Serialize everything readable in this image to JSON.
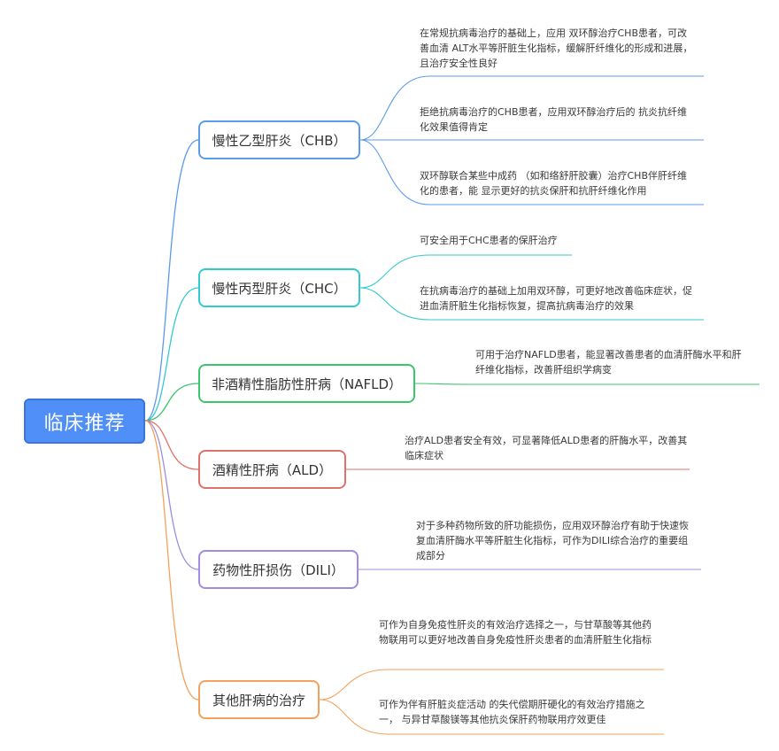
{
  "root": {
    "label": "临床推荐",
    "color": "#4f8ff7"
  },
  "branches": [
    {
      "label": "慢性乙型肝炎（CHB）",
      "color": "#5b9bea",
      "leaves": [
        "在常规抗病毒治疗的基础上，应用 双环醇治疗CHB患者，可改善血清 ALT水平等肝脏生化指标，缓解肝纤维化的形成和进展，且治疗安全性良好",
        "拒绝抗病毒治疗的CHB患者，应用双环醇治疗后的 抗炎抗纤维化效果值得肯定",
        "双环醇联合某些中成药 （如和络舒肝胶囊）治疗CHB伴肝纤维化的患者，能 显示更好的抗炎保肝和抗肝纤维化作用"
      ]
    },
    {
      "label": "慢性丙型肝炎（CHC）",
      "color": "#33c9d0",
      "leaves": [
        "可安全用于CHC患者的保肝治疗",
        "在抗病毒治疗的基础上加用双环醇，可更好地改善临床症状，促进血清肝脏生化指标恢复，提高抗病毒治疗的效果"
      ]
    },
    {
      "label": "非酒精性脂肪性肝病（NAFLD）",
      "color": "#3ec46d",
      "leaves": [
        "可用于治疗NAFLD患者，能显著改善患者的血清肝酶水平和肝纤维化指标，改善肝组织学病变"
      ]
    },
    {
      "label": "酒精性肝病（ALD）",
      "color": "#e0706a",
      "leaves": [
        "治疗ALD患者安全有效，可显著降低ALD患者的肝酶水平，改善其临床症状"
      ]
    },
    {
      "label": "药物性肝损伤（DILI）",
      "color": "#a08ce0",
      "leaves": [
        "对于多种药物所致的肝功能损伤，应用双环醇治疗有助于快速恢复血清肝酶水平等肝脏生化指标，可作为DILI综合治疗的重要组成部分"
      ]
    },
    {
      "label": "其他肝病的治疗",
      "color": "#f2a25c",
      "leaves": [
        "可作为自身免疫性肝炎的有效治疗选择之一，与甘草酸等其他药物联用可以更好地改善自身免疫性肝炎患者的血清肝脏生化指标",
        "可作为伴有肝脏炎症活动 的失代偿期肝硬化的有效治疗措施之一， 与异甘草酸镁等其他抗炎保肝药物联用疗效更佳"
      ]
    }
  ]
}
